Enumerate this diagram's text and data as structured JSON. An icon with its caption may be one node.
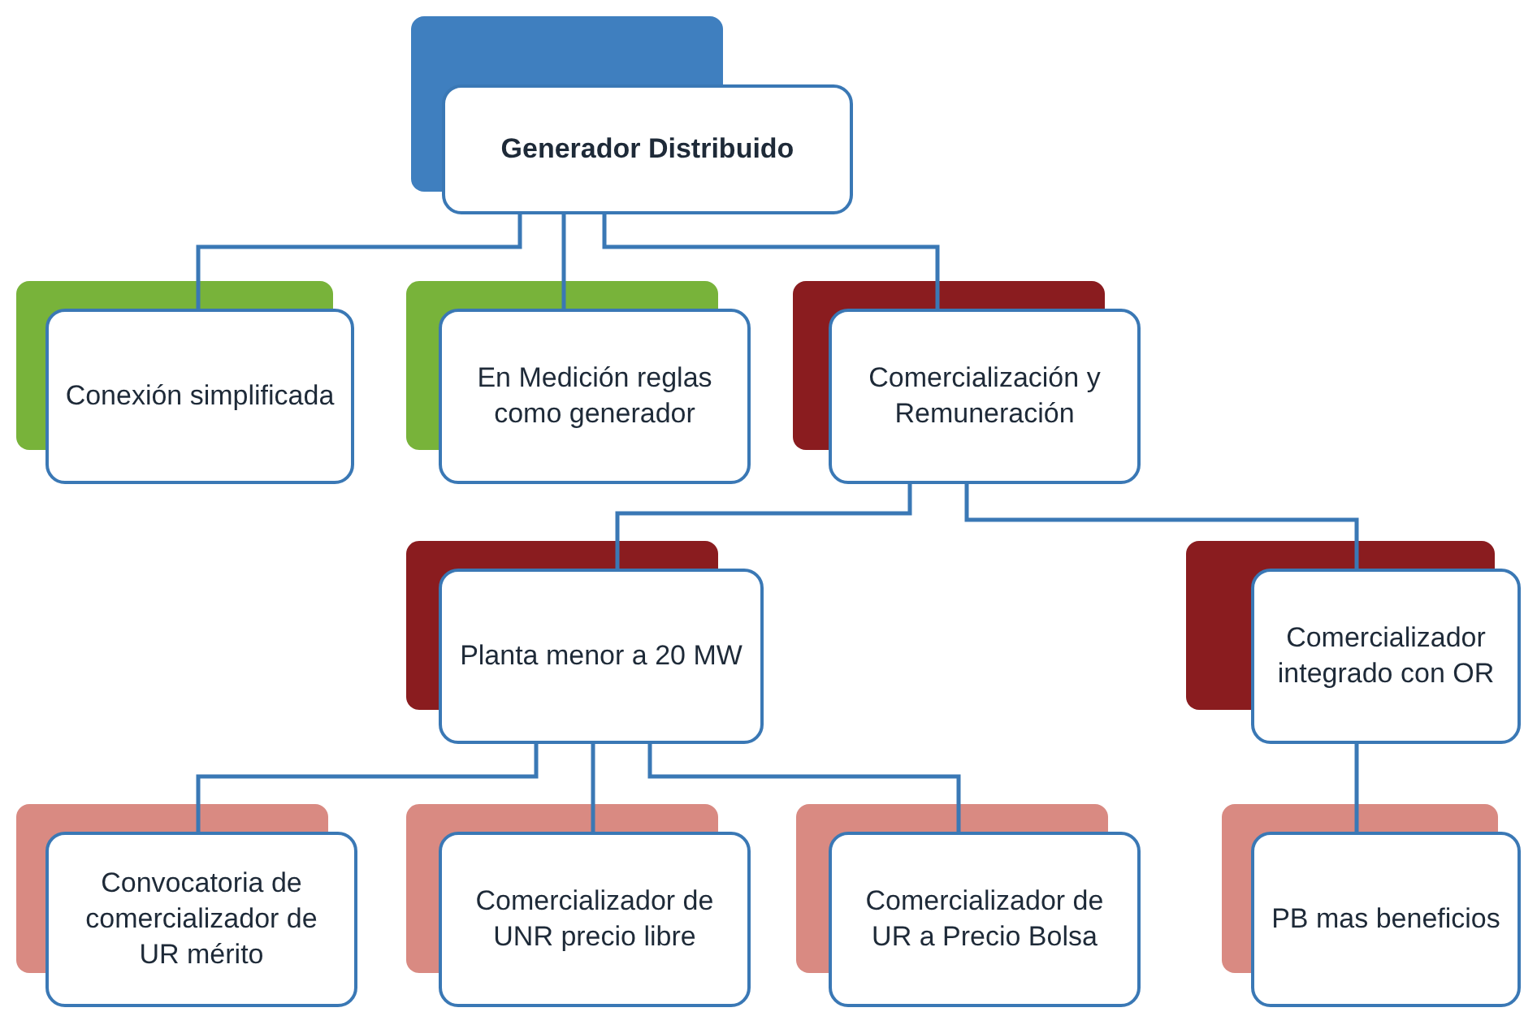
{
  "diagram": {
    "nodes": [
      {
        "text": [
          "Generador Distribuido"
        ]
      },
      {
        "text": [
          "Conexión simplificada"
        ]
      },
      {
        "text": [
          "En Medición reglas como generador"
        ]
      },
      {
        "text": [
          "Comercialización y Remuneración"
        ]
      },
      {
        "text": [
          "Planta menor a 20 MW"
        ]
      },
      {
        "text": [
          "Comercializador integrado con OR"
        ]
      },
      {
        "text": [
          "Convocatoria de comercializador de UR mérito"
        ]
      },
      {
        "text": [
          "Comercializador de UNR precio libre"
        ]
      },
      {
        "text": [
          "Comercializador de UR a Precio Bolsa"
        ]
      },
      {
        "text": [
          "PB mas beneficios"
        ]
      }
    ],
    "edges": [
      {
        "from": 0,
        "to": 1,
        "arrow": "none"
      },
      {
        "from": 0,
        "to": 2,
        "arrow": "none"
      },
      {
        "from": 0,
        "to": 3,
        "arrow": "none"
      },
      {
        "from": 3,
        "to": 4,
        "arrow": "none"
      },
      {
        "from": 3,
        "to": 5,
        "arrow": "none"
      },
      {
        "from": 4,
        "to": 6,
        "arrow": "none"
      },
      {
        "from": 4,
        "to": 7,
        "arrow": "none"
      },
      {
        "from": 4,
        "to": 8,
        "arrow": "none"
      },
      {
        "from": 5,
        "to": 9,
        "arrow": "none"
      }
    ]
  }
}
